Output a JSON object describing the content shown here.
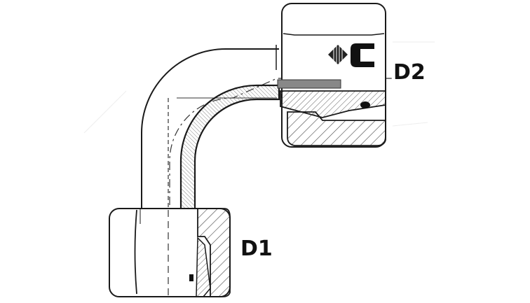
{
  "diagram": {
    "subject": "90-degree elbow tube fitting with swivel nuts (cross-section)",
    "labels": {
      "d1": "D1",
      "d2": "D2"
    },
    "logo": {
      "icon": "manufacturer-logo-icon",
      "glyph": "C"
    },
    "colors": {
      "line": "#1a1a1a",
      "hatch": "#555555",
      "background": "#ffffff",
      "gasket": "#888888"
    }
  }
}
